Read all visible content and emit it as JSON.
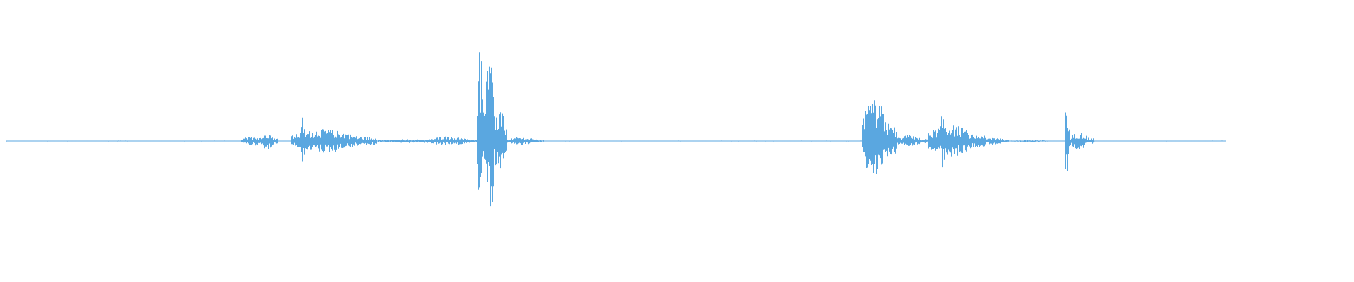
{
  "waveform": {
    "color": "#5aa7e0",
    "background": "#ffffff",
    "duration_fraction_drawn": 0.905,
    "bursts": [
      {
        "start": 0.178,
        "end": 0.205,
        "peak": 0.05
      },
      {
        "start": 0.193,
        "end": 0.205,
        "peak": 0.09
      },
      {
        "start": 0.215,
        "end": 0.278,
        "peak": 0.12
      },
      {
        "start": 0.221,
        "end": 0.226,
        "peak": 0.25
      },
      {
        "start": 0.278,
        "end": 0.352,
        "peak": 0.02
      },
      {
        "start": 0.318,
        "end": 0.352,
        "peak": 0.05
      },
      {
        "start": 0.352,
        "end": 0.358,
        "peak": 0.95
      },
      {
        "start": 0.358,
        "end": 0.367,
        "peak": 0.9
      },
      {
        "start": 0.367,
        "end": 0.374,
        "peak": 0.35
      },
      {
        "start": 0.374,
        "end": 0.402,
        "peak": 0.04
      },
      {
        "start": 0.636,
        "end": 0.662,
        "peak": 0.42
      },
      {
        "start": 0.662,
        "end": 0.685,
        "peak": 0.06
      },
      {
        "start": 0.685,
        "end": 0.728,
        "peak": 0.17
      },
      {
        "start": 0.694,
        "end": 0.7,
        "peak": 0.28
      },
      {
        "start": 0.728,
        "end": 0.745,
        "peak": 0.04
      },
      {
        "start": 0.745,
        "end": 0.785,
        "peak": 0.01
      },
      {
        "start": 0.786,
        "end": 0.79,
        "peak": 0.43
      },
      {
        "start": 0.79,
        "end": 0.808,
        "peak": 0.09
      }
    ],
    "baseline_noise": 0.004
  }
}
